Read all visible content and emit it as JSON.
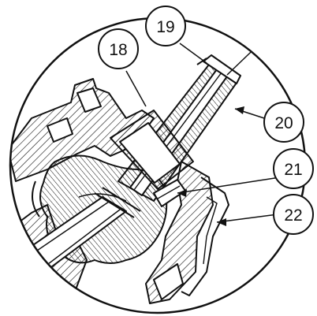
{
  "diagram": {
    "type": "technical-detail-view",
    "line_color": "#111111",
    "background": "#ffffff",
    "callouts": [
      {
        "id": "c18",
        "label": "18"
      },
      {
        "id": "c19",
        "label": "19"
      },
      {
        "id": "c20",
        "label": "20"
      },
      {
        "id": "c21",
        "label": "21"
      },
      {
        "id": "c22",
        "label": "22"
      }
    ]
  }
}
